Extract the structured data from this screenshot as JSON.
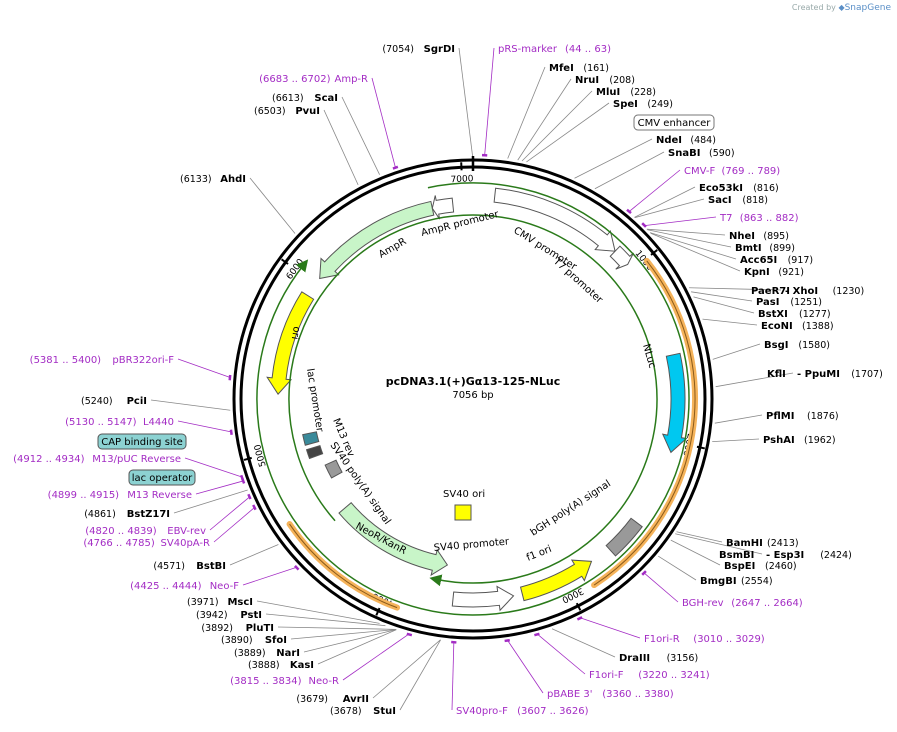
{
  "credit": {
    "prefix": "Created by",
    "brand": "SnapGene"
  },
  "plasmid": {
    "name": "pcDNA3.1(+)Gα13-125-NLuc",
    "size": "7056 bp"
  },
  "colors": {
    "primer": "#a32cc4",
    "feature_green": "#c8f5c8",
    "feature_yellow": "#ffff00",
    "feature_cyan": "#00c8f0",
    "feature_grey": "#999999",
    "feature_white": "#ffffff",
    "highlight_orange": "#f5b35a",
    "feature_teal": "#8cd2d2"
  },
  "ticks": [
    "1000",
    "2000",
    "3000",
    "4000",
    "5000",
    "6000",
    "7000"
  ],
  "features": {
    "cmv_promoter": "CMV promoter",
    "t7_promoter": "T7 promoter",
    "nluc": "NLuc",
    "bgh": "bGH poly(A) signal",
    "f1ori": "f1 ori",
    "sv40_promoter": "SV40 promoter",
    "sv40_ori": "SV40 ori",
    "neo": "NeoR/KanR",
    "sv40_polya": "SV40 poly(A) signal",
    "m13_rev": "M13 rev",
    "lac_promoter": "lac promoter",
    "ori": "ori",
    "ampr": "AmpR",
    "ampr_promoter": "AmpR promoter"
  },
  "boxed": {
    "cmv_enhancer": "CMV enhancer",
    "cap_site": "CAP binding site",
    "lac_operator": "lac operator"
  },
  "left_labels": [
    {
      "name": "SgrDI",
      "pos": "(7054)",
      "kind": "enzyme"
    },
    {
      "name": "Amp-R",
      "pos": "(6683 .. 6702)",
      "kind": "primer"
    },
    {
      "name": "ScaI",
      "pos": "(6613)",
      "kind": "enzyme"
    },
    {
      "name": "PvuI",
      "pos": "(6503)",
      "kind": "enzyme"
    },
    {
      "name": "AhdI",
      "pos": "(6133)",
      "kind": "enzyme"
    },
    {
      "name": "pBR322ori-F",
      "pos": "(5381 .. 5400)",
      "kind": "primer"
    },
    {
      "name": "PciI",
      "pos": "(5240)",
      "kind": "enzyme"
    },
    {
      "name": "L4440",
      "pos": "(5130 .. 5147)",
      "kind": "primer"
    },
    {
      "name": "M13/pUC Reverse",
      "pos": "(4912 .. 4934)",
      "kind": "primer"
    },
    {
      "name": "M13 Reverse",
      "pos": "(4899 .. 4915)",
      "kind": "primer"
    },
    {
      "name": "BstZ17I",
      "pos": "(4861)",
      "kind": "enzyme"
    },
    {
      "name": "EBV-rev",
      "pos": "(4820 .. 4839)",
      "kind": "primer"
    },
    {
      "name": "SV40pA-R",
      "pos": "(4766 .. 4785)",
      "kind": "primer"
    },
    {
      "name": "BstBI",
      "pos": "(4571)",
      "kind": "enzyme"
    },
    {
      "name": "Neo-F",
      "pos": "(4425 .. 4444)",
      "kind": "primer"
    },
    {
      "name": "MscI",
      "pos": "(3971)",
      "kind": "enzyme"
    },
    {
      "name": "PstI",
      "pos": "(3942)",
      "kind": "enzyme"
    },
    {
      "name": "PluTI",
      "pos": "(3892)",
      "kind": "enzyme"
    },
    {
      "name": "SfoI",
      "pos": "(3890)",
      "kind": "enzyme"
    },
    {
      "name": "NarI",
      "pos": "(3889)",
      "kind": "enzyme"
    },
    {
      "name": "KasI",
      "pos": "(3888)",
      "kind": "enzyme"
    },
    {
      "name": "Neo-R",
      "pos": "(3815 .. 3834)",
      "kind": "primer"
    },
    {
      "name": "AvrII",
      "pos": "(3679)",
      "kind": "enzyme"
    },
    {
      "name": "StuI",
      "pos": "(3678)",
      "kind": "enzyme"
    }
  ],
  "right_labels": [
    {
      "name": "pRS-marker",
      "pos": "(44 .. 63)",
      "kind": "primer"
    },
    {
      "name": "MfeI",
      "pos": "(161)",
      "kind": "enzyme"
    },
    {
      "name": "NruI",
      "pos": "(208)",
      "kind": "enzyme"
    },
    {
      "name": "MluI",
      "pos": "(228)",
      "kind": "enzyme"
    },
    {
      "name": "SpeI",
      "pos": "(249)",
      "kind": "enzyme"
    },
    {
      "name": "NdeI",
      "pos": "(484)",
      "kind": "enzyme"
    },
    {
      "name": "SnaBI",
      "pos": "(590)",
      "kind": "enzyme"
    },
    {
      "name": "CMV-F",
      "pos": "(769 .. 789)",
      "kind": "primer"
    },
    {
      "name": "Eco53kI",
      "pos": "(816)",
      "kind": "enzyme"
    },
    {
      "name": "SacI",
      "pos": "(818)",
      "kind": "enzyme"
    },
    {
      "name": "T7",
      "pos": "(863 .. 882)",
      "kind": "primer"
    },
    {
      "name": "NheI",
      "pos": "(895)",
      "kind": "enzyme"
    },
    {
      "name": "BmtI",
      "pos": "(899)",
      "kind": "enzyme"
    },
    {
      "name": "Acc65I",
      "pos": "(917)",
      "kind": "enzyme"
    },
    {
      "name": "KpnI",
      "pos": "(921)",
      "kind": "enzyme"
    },
    {
      "name": "PaeR7I",
      "pos": "",
      "kind": "enzyme"
    },
    {
      "name": "- XhoI",
      "pos": "(1230)",
      "kind": "enzyme"
    },
    {
      "name": "PasI",
      "pos": "(1251)",
      "kind": "enzyme"
    },
    {
      "name": "BstXI",
      "pos": "(1277)",
      "kind": "enzyme"
    },
    {
      "name": "EcoNI",
      "pos": "(1388)",
      "kind": "enzyme"
    },
    {
      "name": "BsgI",
      "pos": "(1580)",
      "kind": "enzyme"
    },
    {
      "name": "KflI",
      "pos": "",
      "kind": "enzyme"
    },
    {
      "name": "- PpuMI",
      "pos": "(1707)",
      "kind": "enzyme"
    },
    {
      "name": "PflMI",
      "pos": "(1876)",
      "kind": "enzyme"
    },
    {
      "name": "PshAI",
      "pos": "(1962)",
      "kind": "enzyme"
    },
    {
      "name": "BamHI",
      "pos": "(2413)",
      "kind": "enzyme"
    },
    {
      "name": "BsmBI",
      "pos": "",
      "kind": "enzyme"
    },
    {
      "name": "- Esp3I",
      "pos": "(2424)",
      "kind": "enzyme"
    },
    {
      "name": "BspEI",
      "pos": "(2460)",
      "kind": "enzyme"
    },
    {
      "name": "BmgBI",
      "pos": "(2554)",
      "kind": "enzyme"
    },
    {
      "name": "BGH-rev",
      "pos": "(2647 .. 2664)",
      "kind": "primer"
    },
    {
      "name": "F1ori-R",
      "pos": "(3010 .. 3029)",
      "kind": "primer"
    },
    {
      "name": "DraIII",
      "pos": "(3156)",
      "kind": "enzyme"
    },
    {
      "name": "F1ori-F",
      "pos": "(3220 .. 3241)",
      "kind": "primer"
    },
    {
      "name": "pBABE 3'",
      "pos": "(3360 .. 3380)",
      "kind": "primer"
    },
    {
      "name": "SV40pro-F",
      "pos": "(3607 .. 3626)",
      "kind": "primer"
    }
  ]
}
